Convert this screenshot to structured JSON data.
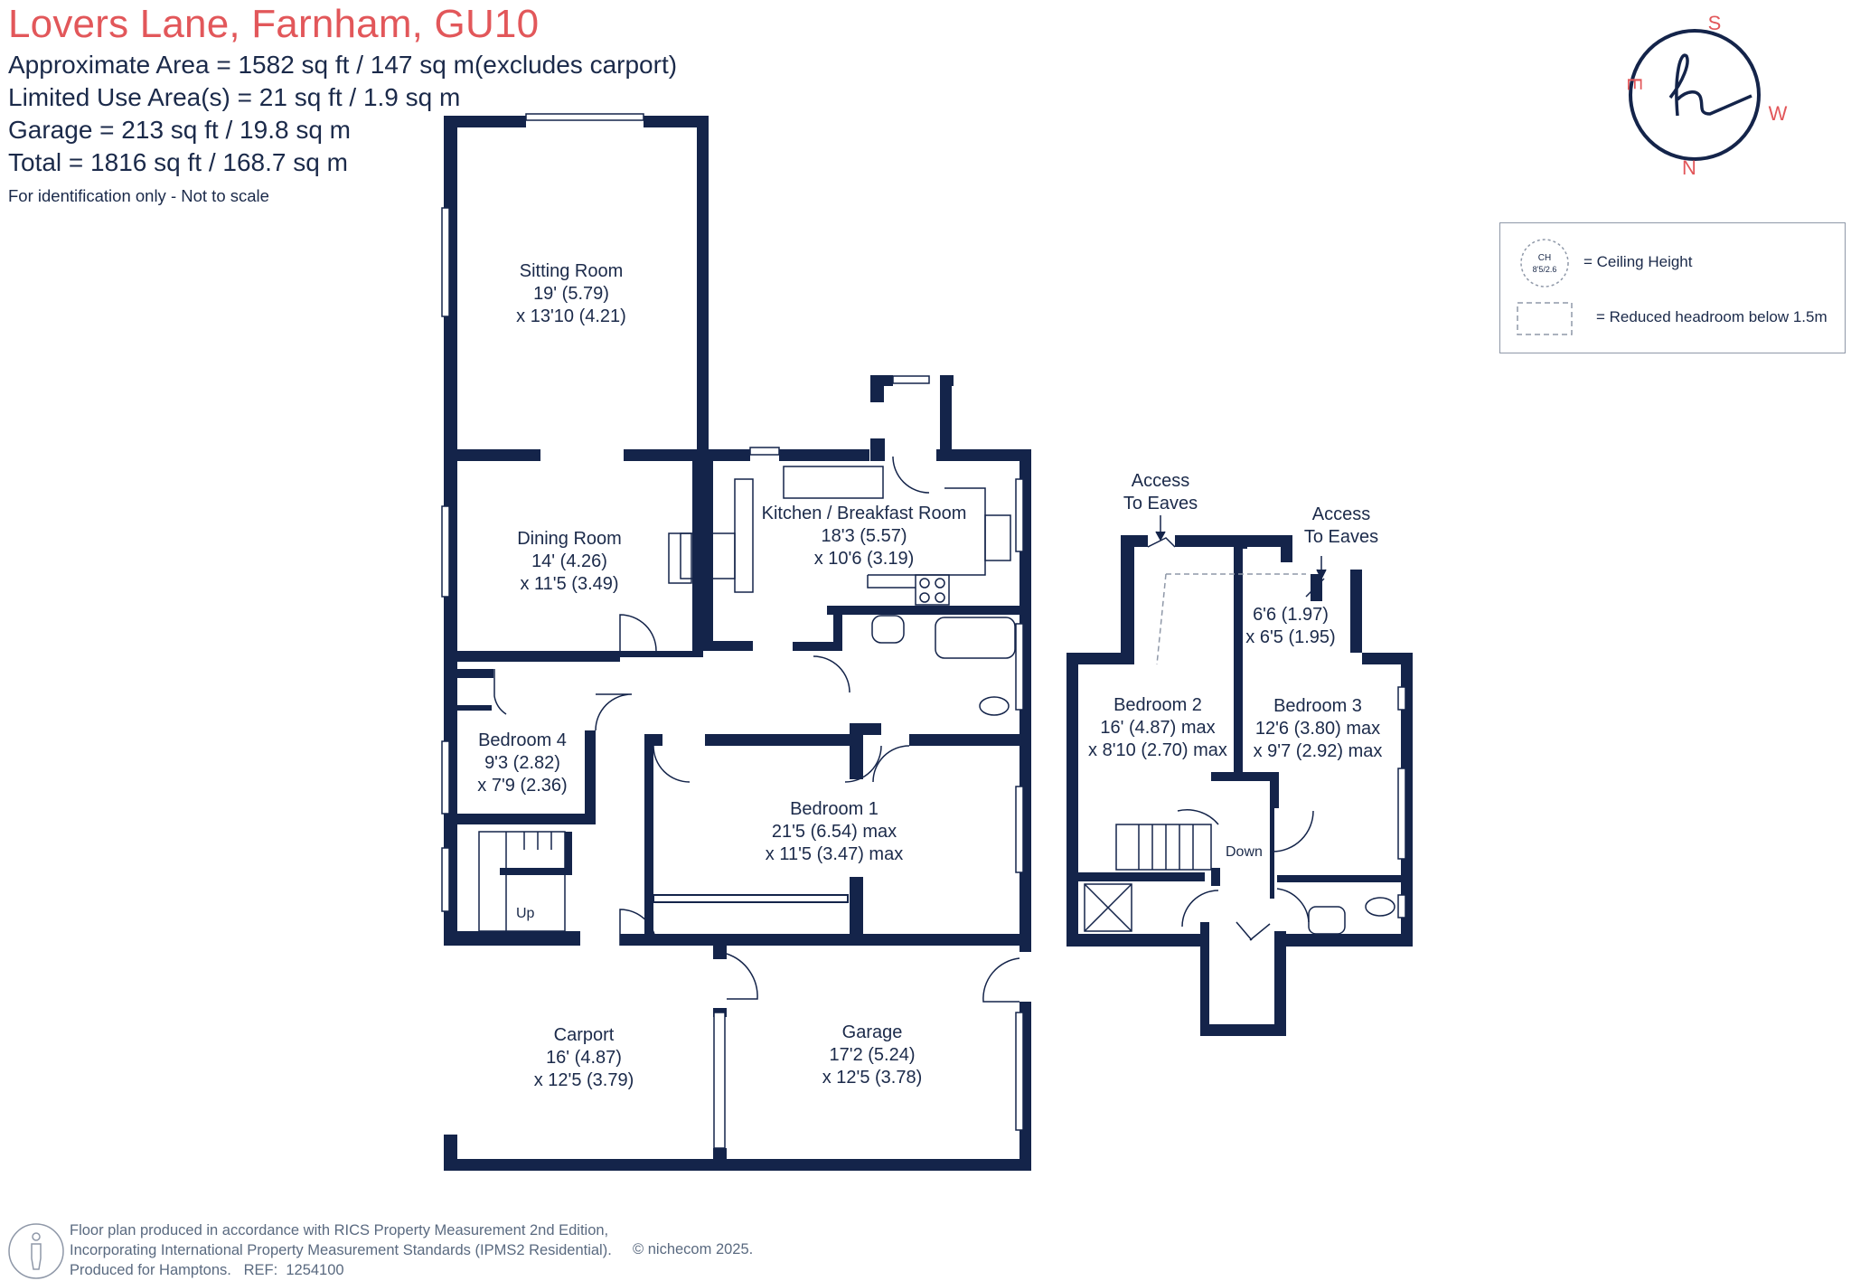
{
  "header": {
    "title": "Lovers Lane, Farnham, GU10",
    "area_line": "Approximate Area = 1582 sq ft / 147 sq m(excludes carport)",
    "limited_line": "Limited Use Area(s) = 21 sq ft / 1.9 sq m",
    "garage_line": "Garage = 213 sq ft / 19.8 sq m",
    "total_line": "Total = 1816 sq ft / 168.7 sq m",
    "note": "For identification only - Not to scale"
  },
  "compass": {
    "logo_letter": "h",
    "south": "S",
    "north": "N",
    "east": "E",
    "west": "W",
    "accent_color": "#e2575a"
  },
  "legend": {
    "ceiling_icon_top": "CH",
    "ceiling_icon_bottom": "8'5/2.6",
    "ceiling_label": "= Ceiling Height",
    "headroom_label": "= Reduced headroom below 1.5m"
  },
  "rooms": {
    "sitting": {
      "name": "Sitting Room",
      "dim1": "19' (5.79)",
      "dim2": "x 13'10 (4.21)"
    },
    "dining": {
      "name": "Dining Room",
      "dim1": "14' (4.26)",
      "dim2": "x 11'5 (3.49)"
    },
    "kitchen": {
      "name": "Kitchen / Breakfast Room",
      "dim1": "18'3 (5.57)",
      "dim2": "x 10'6 (3.19)"
    },
    "bedroom4": {
      "name": "Bedroom 4",
      "dim1": "9'3 (2.82)",
      "dim2": "x 7'9 (2.36)"
    },
    "bedroom1": {
      "name": "Bedroom 1",
      "dim1": "21'5 (6.54) max",
      "dim2": "x 11'5 (3.47) max"
    },
    "carport": {
      "name": "Carport",
      "dim1": "16' (4.87)",
      "dim2": "x 12'5 (3.79)"
    },
    "garage": {
      "name": "Garage",
      "dim1": "17'2 (5.24)",
      "dim2": "x 12'5 (3.78)"
    },
    "bedroom2": {
      "name": "Bedroom 2",
      "dim1": "16' (4.87) max",
      "dim2": "x 8'10 (2.70) max"
    },
    "bedroom3": {
      "name": "Bedroom 3",
      "dim1": "12'6 (3.80) max",
      "dim2": "x 9'7 (2.92) max"
    },
    "small_room": {
      "dim1": "6'6 (1.97)",
      "dim2": "x 6'5 (1.95)"
    }
  },
  "labels": {
    "stairs_up": "Up",
    "stairs_down": "Down",
    "access1_line1": "Access",
    "access1_line2": "To Eaves",
    "access2_line1": "Access",
    "access2_line2": "To Eaves"
  },
  "footer": {
    "line1": "Floor plan produced in accordance with RICS Property Measurement 2nd Edition,",
    "line2": "Incorporating International Property Measurement Standards (IPMS2 Residential).",
    "line3": "Produced for Hamptons.   REF:  1254100",
    "copyright": "© nichecom 2025."
  },
  "colors": {
    "wall": "#14244a",
    "title_red": "#e2575a",
    "text": "#1b2a4a"
  }
}
